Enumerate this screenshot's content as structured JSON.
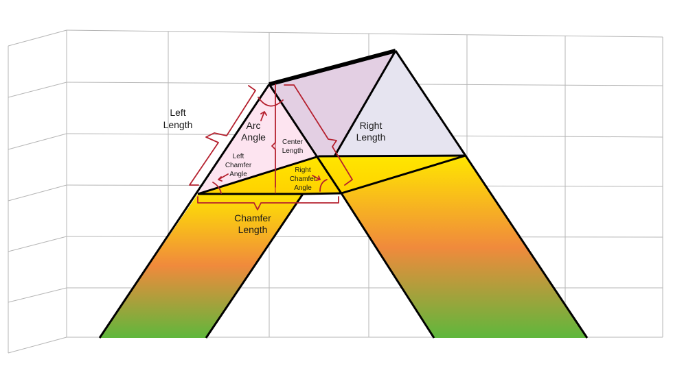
{
  "labels": {
    "left_length": [
      "Left",
      "Length"
    ],
    "arc_angle": [
      "Arc",
      "Angle"
    ],
    "center_length": [
      "Center",
      "Length"
    ],
    "right_length": [
      "Right",
      "Length"
    ],
    "left_chamfer_angle": [
      "Left",
      "Chamfer",
      "Angle"
    ],
    "right_chamfer_angle": [
      "Right",
      "Chamfer",
      "Angle"
    ],
    "chamfer_length": [
      "Chamfer",
      "Length"
    ]
  },
  "colors": {
    "grid": "#b5b5b5",
    "outline": "#000000",
    "dimension": "#b5202e",
    "left_face": "#fde4f0",
    "back_face": "#e3cfe3",
    "right_face": "#e6e4f0",
    "gradient_top": "#ffe600",
    "gradient_mid": "#f08a3c",
    "gradient_bottom": "#5cb83c"
  }
}
